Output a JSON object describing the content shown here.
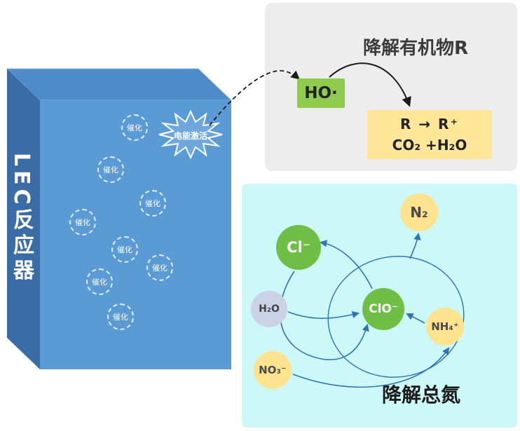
{
  "reactor": {
    "label": "LEC反应器",
    "catalysis_label": "催化",
    "burst_label": "电能激活",
    "colors": {
      "front_face": "#5B9BD5",
      "top_face": "#4E8CC9",
      "side_face": "#3A6CA6",
      "burst_fill": "#6FA8DC"
    }
  },
  "organic_panel": {
    "title": "降解有机物R",
    "radical": "HO·",
    "reaction_line1": "R → R⁺",
    "reaction_line2": "CO₂ +H₂O",
    "colors": {
      "panel": "#EDEDED",
      "radical_box": "#8FCB4C",
      "reaction_box": "#FFE699",
      "arrow": "#1A1A1A"
    }
  },
  "nitrogen_panel": {
    "title": "降解总氮",
    "species": [
      {
        "id": "n2",
        "label": "N₂",
        "color": "#FFE38F",
        "text_color": "#4A4A4A"
      },
      {
        "id": "cl",
        "label": "Cl⁻",
        "color": "#6FBE45",
        "text_color": "#FFFFFF"
      },
      {
        "id": "h2o",
        "label": "H₂O",
        "color": "#CBD2E8",
        "text_color": "#444444"
      },
      {
        "id": "clo",
        "label": "ClO⁻",
        "color": "#6FBE45",
        "text_color": "#FFFFFF"
      },
      {
        "id": "nh4",
        "label": "NH₄⁺",
        "color": "#FFE38F",
        "text_color": "#4A4A4A"
      },
      {
        "id": "no3",
        "label": "NO₃⁻",
        "color": "#FFE38F",
        "text_color": "#4A4A4A"
      }
    ],
    "colors": {
      "panel": "#CDF8F8",
      "arrow": "#2E75B6"
    }
  }
}
